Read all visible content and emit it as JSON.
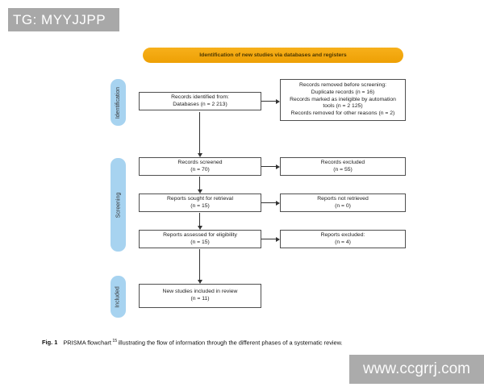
{
  "overlays": {
    "tg_label": "TG: MYYJJPP",
    "watermark": "www.ccgrrj.com"
  },
  "banner": {
    "label": "Identification of new studies via databases and registers"
  },
  "stages": [
    {
      "label": "Identification"
    },
    {
      "label": "Screening"
    },
    {
      "label": "Included"
    }
  ],
  "flow": {
    "left_boxes": [
      {
        "lines": [
          "Records identified from:",
          "Databases (n = 2 213)"
        ]
      },
      {
        "lines": [
          "Records screened",
          "(n = 70)"
        ]
      },
      {
        "lines": [
          "Reports sought for retrieval",
          "(n = 15)"
        ]
      },
      {
        "lines": [
          "Reports assessed for eligibility",
          "(n = 15)"
        ]
      },
      {
        "lines": [
          "New studies included in review",
          "(n = 11)"
        ]
      }
    ],
    "right_boxes": [
      {
        "lines": [
          "Records removed before screening:",
          "Duplicate records (n = 16)",
          "Records marked as ineligible by automation tools (n = 2 125)",
          "Records removed for other reasons (n = 2)"
        ]
      },
      {
        "lines": [
          "Records excluded",
          "(n = 55)"
        ]
      },
      {
        "lines": [
          "Reports not retrieved",
          "(n = 0)"
        ]
      },
      {
        "lines": [
          "Reports excluded:",
          "(n = 4)"
        ]
      }
    ]
  },
  "caption": {
    "fig_label": "Fig. 1",
    "text_before_sup": "PRISMA flowchart",
    "sup": "15",
    "text_after_sup": "illustrating the flow of information through the different phases of a systematic review."
  },
  "colors": {
    "banner_yellow": "#F2A70A",
    "pill_blue": "#A7D3F0",
    "watermark_gray": "#ABABAB",
    "box_border": "#4F4F4F",
    "arrow": "#333333"
  }
}
